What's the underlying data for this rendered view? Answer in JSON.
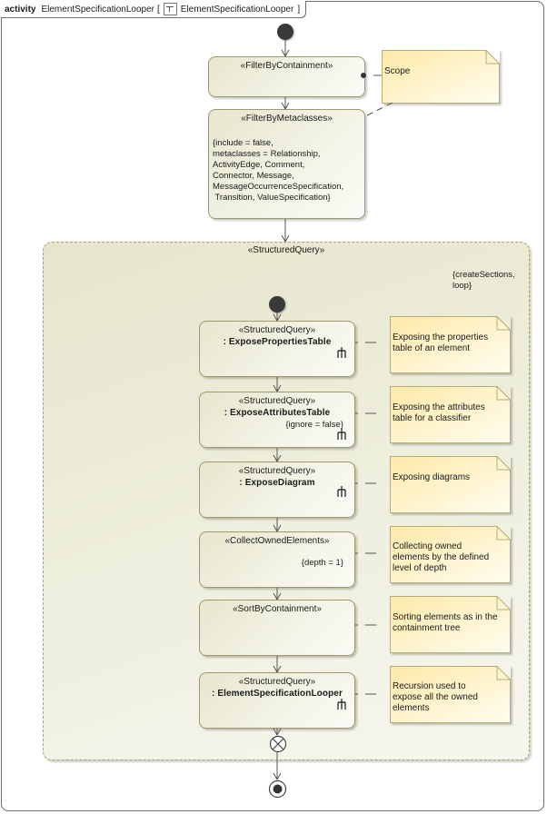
{
  "frame": {
    "keyword": "activity",
    "name": "ElementSpecificationLooper",
    "bracket_open": "[",
    "diagram_name": "ElementSpecificationLooper",
    "bracket_close": "]",
    "icon": "activity-diagram-icon"
  },
  "actions": {
    "filter_by_containment": {
      "stereotype": "«FilterByContainment»"
    },
    "filter_by_metaclasses": {
      "stereotype": "«FilterByMetaclasses»",
      "params": [
        "{include = false,",
        "metaclasses = Relationship,",
        "ActivityEdge, Comment,",
        "Connector, Message,",
        "MessageOccurrenceSpecification,",
        " Transition, ValueSpecification}"
      ]
    }
  },
  "notes": {
    "scope": "Scope"
  },
  "region": {
    "stereotype": "«StructuredQuery»",
    "constraint_line1": "{createSections,",
    "constraint_line2": "loop}",
    "actions": [
      {
        "stereotype": "«StructuredQuery»",
        "name": ": ExposePropertiesTable",
        "constraint": "",
        "has_rake": true,
        "note": [
          "Exposing the properties",
          "table of an element"
        ]
      },
      {
        "stereotype": "«StructuredQuery»",
        "name": ": ExposeAttributesTable",
        "constraint": "{ignore = false}",
        "has_rake": true,
        "note": [
          "Exposing the attributes",
          "table for a classifier"
        ]
      },
      {
        "stereotype": "«StructuredQuery»",
        "name": ": ExposeDiagram",
        "constraint": "",
        "has_rake": true,
        "note": [
          "Exposing diagrams"
        ]
      },
      {
        "stereotype": "«CollectOwnedElements»",
        "name": "",
        "constraint": "{depth = 1}",
        "has_rake": false,
        "note": [
          "Collecting owned",
          "elements by the defined",
          "level of depth"
        ]
      },
      {
        "stereotype": "«SortByContainment»",
        "name": "",
        "constraint": "",
        "has_rake": false,
        "note": [
          "Sorting elements as in the",
          "containment tree"
        ]
      },
      {
        "stereotype": "«StructuredQuery»",
        "name": ": ElementSpecificationLooper",
        "constraint": "",
        "has_rake": true,
        "note": [
          "Recursion used to",
          "expose all the owned",
          "elements"
        ]
      }
    ]
  },
  "colors": {
    "action_border": "#9d9a6a",
    "note_fill_start": "#fde9a8",
    "note_fill_end": "#fffdf0",
    "note_border": "#b5ad74",
    "node_fill": "#3a3a3a",
    "edge": "#555555"
  }
}
